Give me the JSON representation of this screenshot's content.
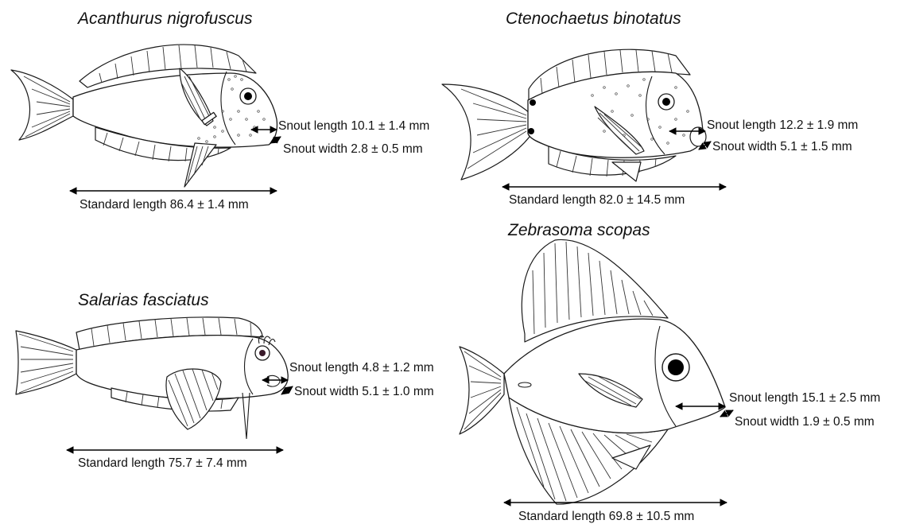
{
  "species": [
    {
      "name": "Acanthurus nigrofuscus",
      "snout_length": "Snout length 10.1 ± 1.4 mm",
      "snout_width": "Snout width 2.8 ± 0.5 mm",
      "standard_length": "Standard length 86.4 ± 1.4 mm"
    },
    {
      "name": "Ctenochaetus binotatus",
      "snout_length": "Snout length 12.2 ± 1.9 mm",
      "snout_width": "Snout width 5.1 ± 1.5 mm",
      "standard_length": "Standard length 82.0 ± 14.5 mm"
    },
    {
      "name": "Salarias fasciatus",
      "snout_length": "Snout length 4.8 ± 1.2 mm",
      "snout_width": "Snout width 5.1 ± 1.0 mm",
      "standard_length": "Standard length 75.7 ± 7.4 mm"
    },
    {
      "name": "Zebrasoma scopas",
      "snout_length": "Snout length 15.1 ± 2.5 mm",
      "snout_width": "Snout width 1.9 ± 0.5 mm",
      "standard_length": "Standard length 69.8 ± 10.5 mm"
    }
  ]
}
